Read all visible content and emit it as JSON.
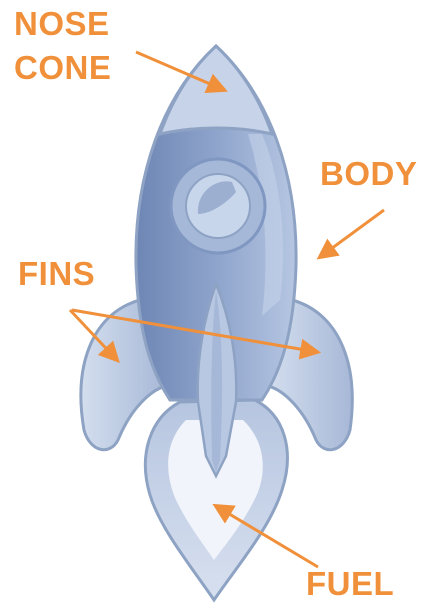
{
  "labels": {
    "nose_cone_line1": "NOSE",
    "nose_cone_line2": "CONE",
    "body": "BODY",
    "fins": "FINS",
    "fuel": "FUEL"
  },
  "colors": {
    "label": "#F0903A",
    "arrow": "#F0903A",
    "outline": "#8EA3C4",
    "body_light": "#A9BCDC",
    "body_dark": "#7890BB",
    "nose": "#C9D5E9",
    "fin": "#B7C6E0",
    "flame_outer": "#C4D0E6",
    "flame_inner": "#F3F6FB",
    "window_ring": "#9DB1D2",
    "window_glass": "#C6D4EA"
  },
  "icons": [
    "rocket-illustration"
  ]
}
